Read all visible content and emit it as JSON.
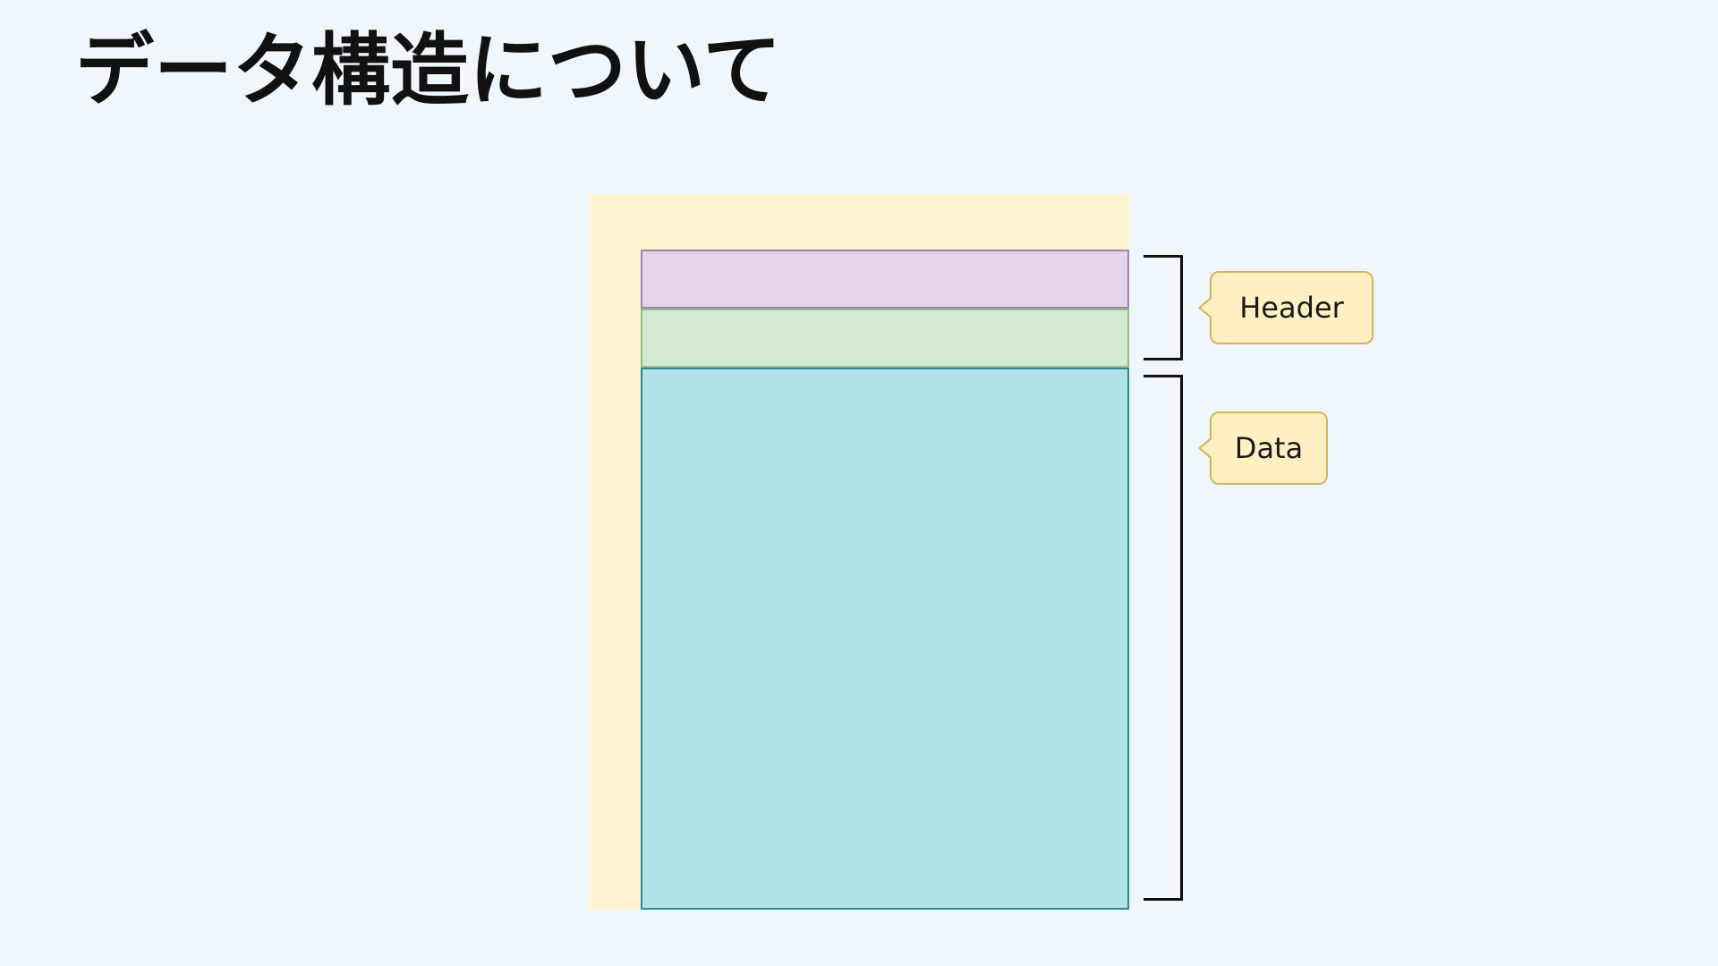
{
  "slide": {
    "title": "データ構造について"
  },
  "diagram": {
    "labels": {
      "header": "Header",
      "data": "Data"
    },
    "colors": {
      "outer_fill": "#fff3cf",
      "header_block_fill": "#e3d4e8",
      "header_block_border": "#a285ad",
      "secondary_block_fill": "#d4e9d4",
      "secondary_block_border": "#93bf86",
      "data_block_fill": "#b1e2e5",
      "data_block_border": "#2f8a8c",
      "callout_fill": "#fff0c4",
      "callout_border": "#d4b45a",
      "bracket": "#111111"
    }
  }
}
